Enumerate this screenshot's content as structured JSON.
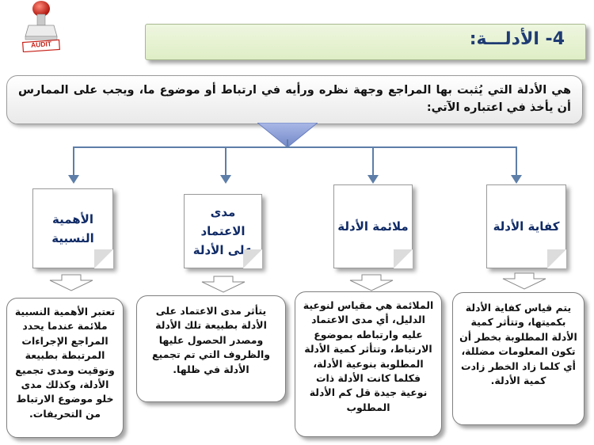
{
  "stamp": {
    "label": "AUDIT"
  },
  "header": {
    "title": "4- الأدلـــة:"
  },
  "definition": {
    "text": "هي الأدلة التي يُثبت بها المراجع وجهة نظره ورأيه في ارتباط أو موضوع ما، ويجب على الممارس أن يأخذ في اعتباره الآتي:"
  },
  "factors": [
    {
      "title": "كفاية الأدلة",
      "description": "يتم قياس كفاية الأدلة بكميتها، وتتأثر كمية الأدلة المطلوبة بخطر أن تكون المعلومات مضللة، أي كلما زاد الخطر زادت كمية الأدلة."
    },
    {
      "title": "ملائمة الأدلة",
      "description": "الملائمة هي مقياس لنوعية الدليل، أي مدى الاعتماد عليه وارتباطه بموضوع الارتباط، وتتأثر كمية الأدلة المطلوبة بنوعية الأدلة، فكلما كانت الأدلة ذات نوعية جيدة قل كم الأدلة المطلوب"
    },
    {
      "title": "مدى الاعتماد على الأدلة",
      "description": "يتأثر مدى الاعتماد على الأدلة بطبيعة تلك الأدلة ومصدر الحصول عليها والظروف التي تم تجميع الأدلة في ظلها."
    },
    {
      "title": "الأهمية النسبية",
      "description": "تعتبر الأهمية النسبية ملائمة عندما يحدد المراجع الإجراءات المرتبطة بطبيعة وتوقيت ومدى تجميع الأدلة، وكذلك مدى خلو موضوع الارتباط من التحريفات."
    }
  ]
}
